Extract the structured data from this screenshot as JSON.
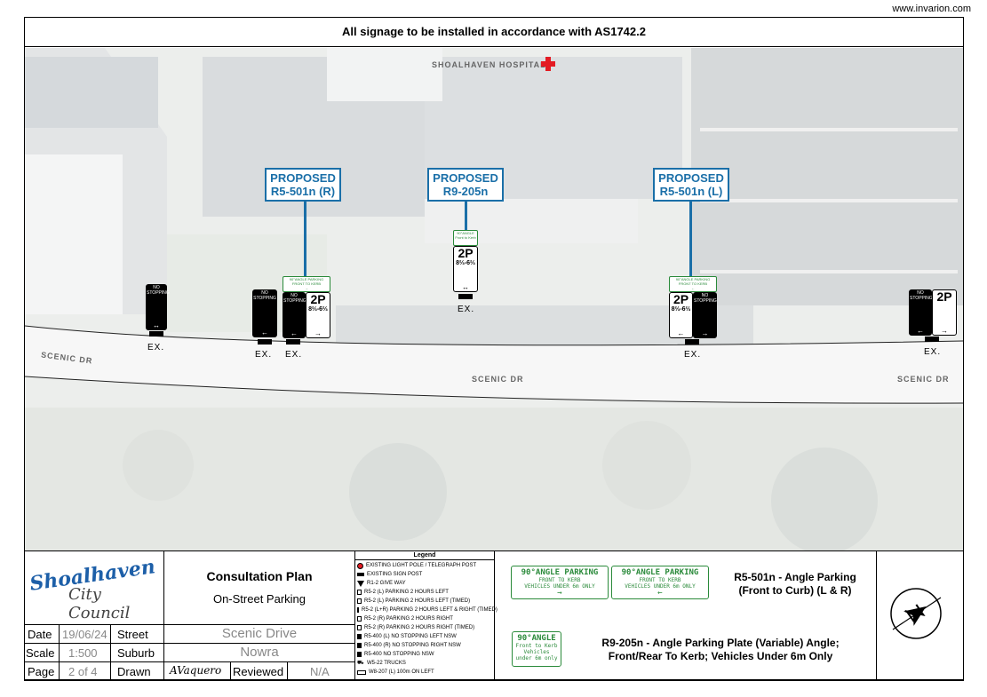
{
  "site_url": "www.invarion.com",
  "title": "All signage to be installed in accordance with AS1742.2",
  "map": {
    "hospital_label": "SHOALHAVEN HOSPITAL",
    "road_labels": [
      "SCENIC DR",
      "SCENIC DR",
      "SCENIC DR"
    ],
    "callouts": [
      {
        "line1": "PROPOSED",
        "line2": "R5-501n (R)"
      },
      {
        "line1": "PROPOSED",
        "line2": "R9-205n"
      },
      {
        "line1": "PROPOSED",
        "line2": "R5-501n (L)"
      }
    ],
    "sign_text": {
      "no_stopping_1": "NO",
      "no_stopping_2": "STOPPING",
      "two_p": "2P",
      "times": "8⅔-6⅔",
      "plate_title": "90°ANGLE PARKING",
      "plate_sub": "FRONT TO KERB",
      "plate_sub2": "VEHICLES UNDER 6m ONLY",
      "small_plate_1": "90°ANGLE",
      "small_plate_2": "Front to Kerb",
      "small_plate_3": "Vehicles under 6m only",
      "ex": "EX."
    }
  },
  "council": {
    "line1": "Shoalhaven",
    "line2": "City Council"
  },
  "plan": {
    "title": "Consultation Plan",
    "subtitle": "On-Street Parking"
  },
  "meta": {
    "date_label": "Date",
    "date_value": "19/06/24",
    "street_label": "Street",
    "street_value": "Scenic Drive",
    "scale_label": "Scale",
    "scale_value": "1:500",
    "suburb_label": "Suburb",
    "suburb_value": "Nowra",
    "page_label": "Page",
    "page_value": "2 of 4",
    "drawn_label": "Drawn",
    "drawn_value": "AVaquero",
    "reviewed_label": "Reviewed",
    "reviewed_value": "N/A"
  },
  "legend": {
    "title": "Legend",
    "items": [
      {
        "label": "EXISTING LIGHT POLE / TELEGRAPH POST",
        "symbol": "red-circle"
      },
      {
        "label": "EXISTING SIGN POST",
        "symbol": "post"
      },
      {
        "label": "R1-2 GIVE WAY",
        "symbol": "triangle"
      },
      {
        "label": "R5-2 (L) PARKING 2 HOURS LEFT",
        "symbol": "box"
      },
      {
        "label": "R5-2 (L) PARKING 2 HOURS LEFT (TIMED)",
        "symbol": "box"
      },
      {
        "label": "R5-2 (L+R) PARKING 2 HOURS LEFT & RIGHT (TIMED)",
        "symbol": "box"
      },
      {
        "label": "R5-2 (R) PARKING 2 HOURS RIGHT",
        "symbol": "box"
      },
      {
        "label": "R5-2 (R) PARKING 2 HOURS RIGHT (TIMED)",
        "symbol": "box"
      },
      {
        "label": "R5-400 (L) NO STOPPING LEFT NSW",
        "symbol": "black-box"
      },
      {
        "label": "R5-400 (R) NO STOPPING RIGHT NSW",
        "symbol": "black-box"
      },
      {
        "label": "R5-400 NO STOPPING NSW",
        "symbol": "black-box"
      },
      {
        "label": "W5-22 TRUCKS",
        "symbol": "truck"
      },
      {
        "label": "W8-207 (L) 100m ON LEFT",
        "symbol": "wide-box"
      }
    ]
  },
  "sign_info": {
    "r5_plate_left": {
      "line1": "90°ANGLE PARKING",
      "line2": "FRONT TO KERB",
      "line3": "VEHICLES UNDER 6m ONLY",
      "arrow": "→"
    },
    "r5_plate_right": {
      "line1": "90°ANGLE PARKING",
      "line2": "FRONT TO KERB",
      "line3": "VEHICLES UNDER 6m ONLY",
      "arrow": "←"
    },
    "r5_desc_1": "R5-501n - Angle Parking",
    "r5_desc_2": "(Front to Curb) (L & R)",
    "r9_plate": {
      "line1": "90°ANGLE",
      "line2": "Front to Kerb",
      "line3": "Vehicles",
      "line4": "under 6m only"
    },
    "r9_desc_1": "R9-205n - Angle Parking Plate (Variable) Angle;",
    "r9_desc_2": "Front/Rear To Kerb; Vehicles Under 6m Only"
  },
  "colors": {
    "callout": "#1a6fa8",
    "plate_green": "#2a8a3a",
    "hospital_red": "#e31b23",
    "council_blue": "#1d5fa8"
  }
}
